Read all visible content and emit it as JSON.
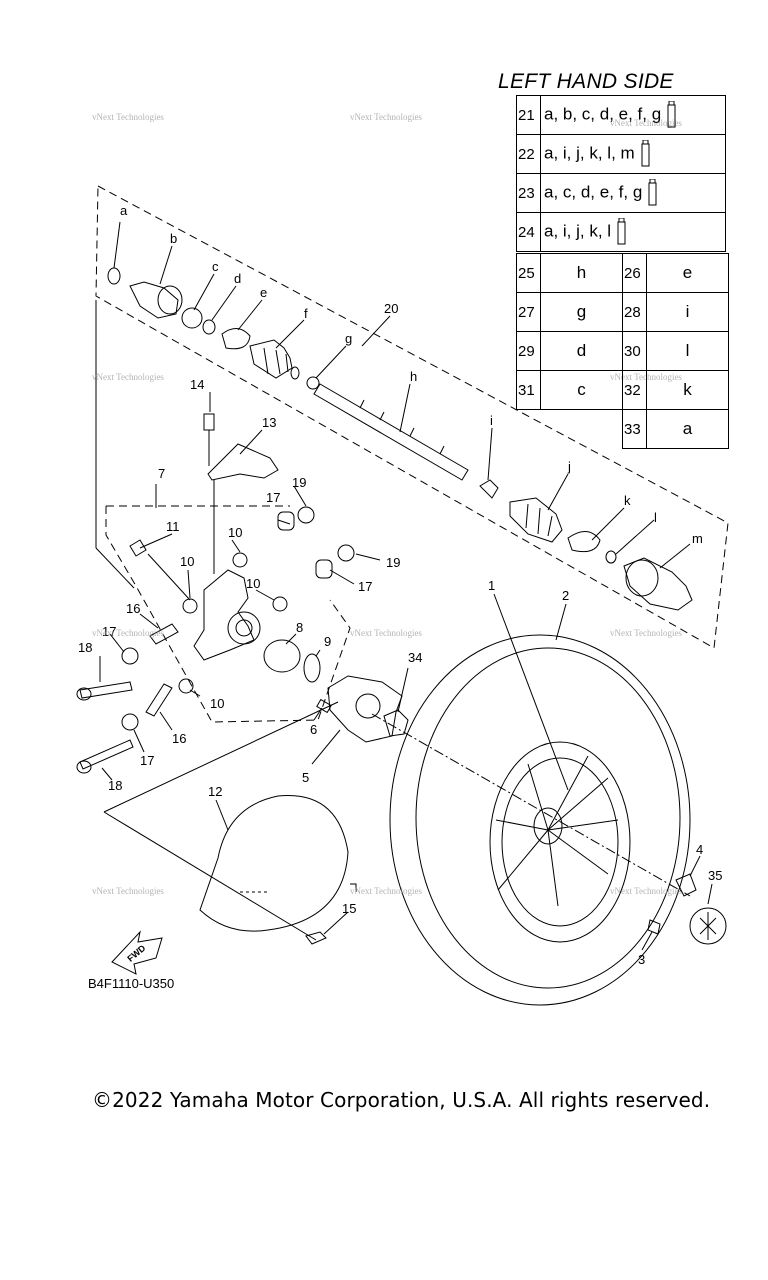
{
  "title": "LEFT HAND SIDE",
  "kits": [
    {
      "num": "21",
      "items": "a, b, c, d, e, f, g"
    },
    {
      "num": "22",
      "items": "a, i, j, k, l, m"
    },
    {
      "num": "23",
      "items": "a, c, d, e, f, g"
    },
    {
      "num": "24",
      "items": "a, i, j, k, l"
    }
  ],
  "pairs": [
    {
      "left_num": "25",
      "left_val": "h",
      "right_num": "26",
      "right_val": "e"
    },
    {
      "left_num": "27",
      "left_val": "g",
      "right_num": "28",
      "right_val": "i"
    },
    {
      "left_num": "29",
      "left_val": "d",
      "right_num": "30",
      "right_val": "l"
    },
    {
      "left_num": "31",
      "left_val": "c",
      "right_num": "32",
      "right_val": "k"
    },
    {
      "left_num": "",
      "left_val": "",
      "right_num": "33",
      "right_val": "a"
    }
  ],
  "callouts": {
    "a": "a",
    "b": "b",
    "c": "c",
    "d": "d",
    "e": "e",
    "f": "f",
    "g": "g",
    "h": "h",
    "i": "i",
    "j": "j",
    "k": "k",
    "l": "l",
    "m": "m",
    "n1": "1",
    "n2": "2",
    "n3": "3",
    "n4": "4",
    "n5": "5",
    "n6": "6",
    "n7": "7",
    "n8": "8",
    "n9": "9",
    "n10a": "10",
    "n10b": "10",
    "n10c": "10",
    "n10d": "10",
    "n11": "11",
    "n12": "12",
    "n13": "13",
    "n14": "14",
    "n15": "15",
    "n16a": "16",
    "n16b": "16",
    "n17a": "17",
    "n17b": "17",
    "n17c": "17",
    "n17d": "17",
    "n18a": "18",
    "n18b": "18",
    "n19a": "19",
    "n19b": "19",
    "n20": "20",
    "n34": "34",
    "n35": "35"
  },
  "fwd_label": "FWD",
  "diagram_code": "B4F1110-U350",
  "watermark": "vNext Technologies",
  "copyright": "©2022 Yamaha Motor Corporation, U.S.A. All rights reserved."
}
